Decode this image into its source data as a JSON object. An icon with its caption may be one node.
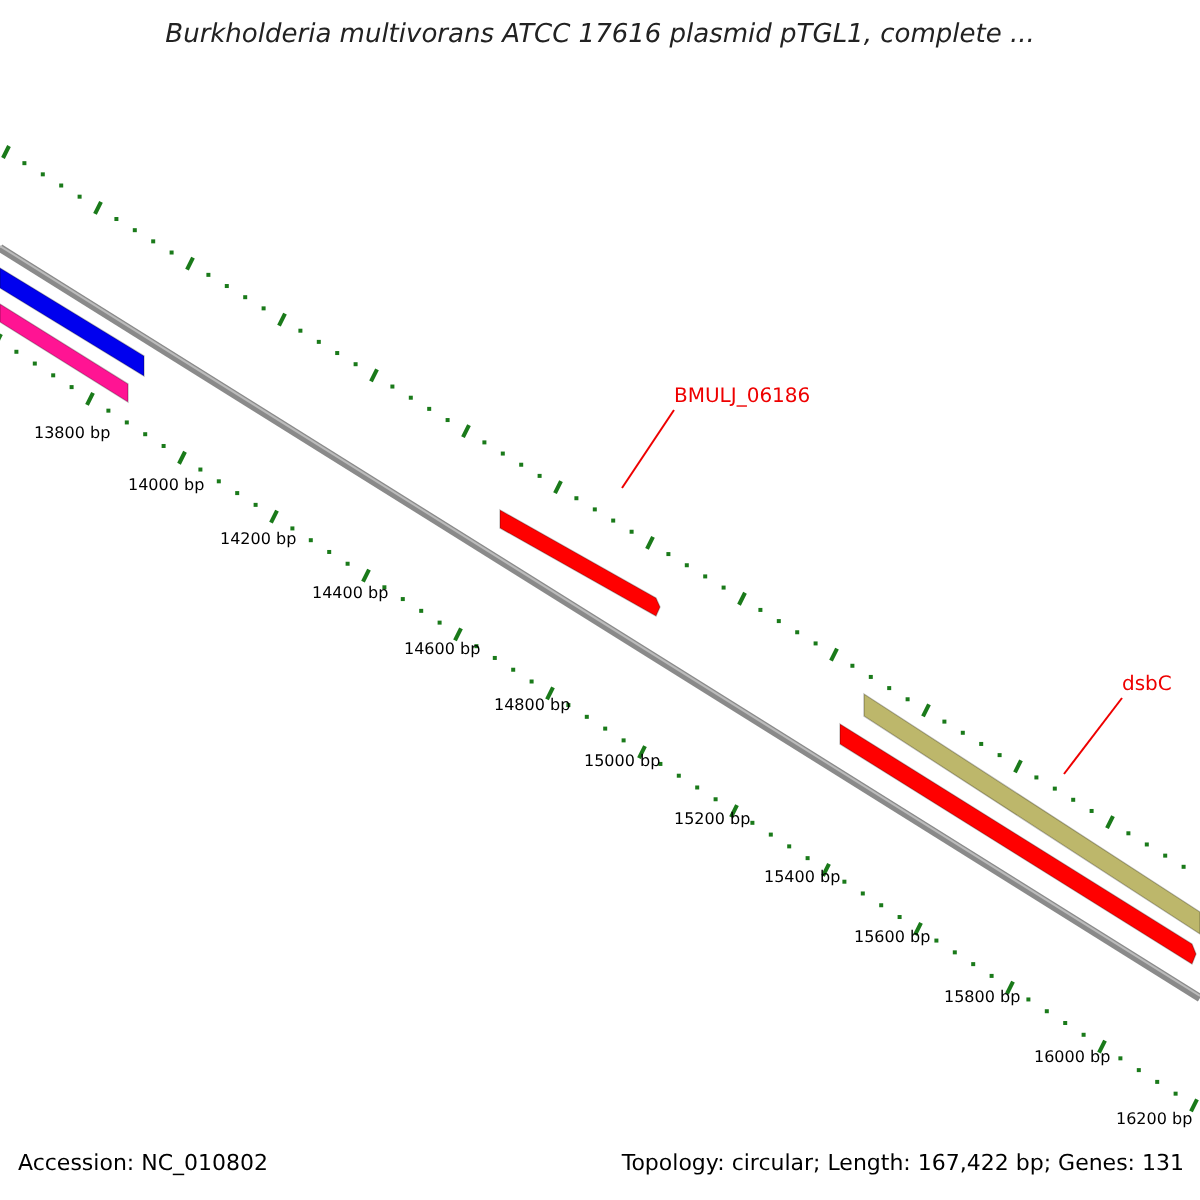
{
  "diagram": {
    "title": "Burkholderia multivorans ATCC 17616 plasmid pTGL1, complete ...",
    "nodes": [
      {
        "text": [
          "BMULJ_06186"
        ]
      },
      {
        "text": [
          "dsbC"
        ]
      },
      {
        "text": [],
        "shape": "bar"
      },
      {
        "text": [],
        "shape": "bar"
      },
      {
        "text": [],
        "shape": "bar"
      },
      {
        "text": [],
        "shape": "bar"
      },
      {
        "text": [],
        "shape": "bar"
      }
    ],
    "edges": [
      {
        "from": 0,
        "to": 4,
        "arrow": "none"
      },
      {
        "from": 1,
        "to": 5,
        "arrow": "none"
      }
    ],
    "labels": [
      "13800 bp",
      "14000 bp",
      "14200 bp",
      "14400 bp",
      "14600 bp",
      "14800 bp",
      "15000 bp",
      "15200 bp",
      "15400 bp",
      "15600 bp",
      "15800 bp",
      "16000 bp",
      "16200 bp",
      "Accession: NC_010802",
      "Topology: circular; Length: 167,422 bp; Genes: 131"
    ]
  }
}
